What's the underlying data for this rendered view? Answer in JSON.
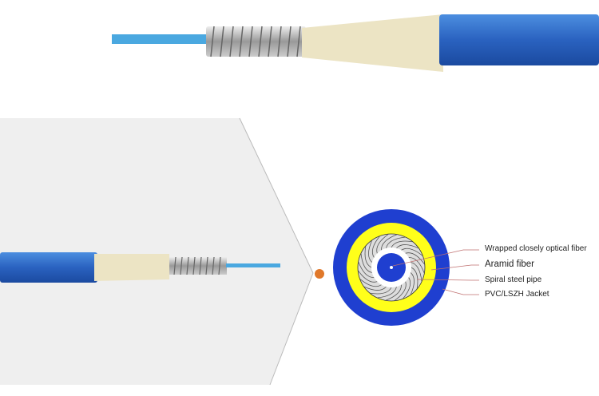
{
  "labels": {
    "optical_fiber": "Wrapped closely optical fiber",
    "aramid": "Aramid fiber",
    "steel_pipe": "Spiral steel pipe",
    "jacket": "PVC/LSZH Jacket"
  },
  "colors": {
    "jacket": "#1f3fd0",
    "aramid": "#ffff1a",
    "cable_blue": "#2d6fc8",
    "fiber": "#4aa8e0",
    "dot": "#e0782a"
  }
}
